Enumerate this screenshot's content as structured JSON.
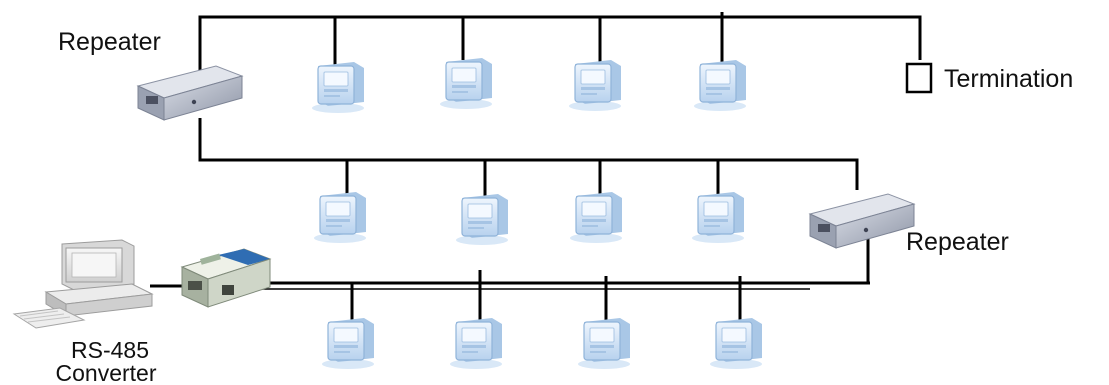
{
  "labels": {
    "repeater_top": "Repeater",
    "repeater_right": "Repeater",
    "termination": "Termination",
    "converter_line1": "RS-485",
    "converter_line2": "Converter"
  },
  "icons": {
    "device": "rs485-device-icon",
    "repeater": "repeater-box-icon",
    "converter": "rs485-converter-icon",
    "computer": "desktop-computer-icon",
    "termination": "termination-box-icon"
  },
  "colors": {
    "bus_line": "#000000",
    "device_body": "#d6e6f5",
    "device_screen": "#f2f8ff",
    "device_shadow": "#b9d3ec",
    "repeater_body": "#b9bfcc",
    "converter_accent": "#2f6db3",
    "computer_body": "#e6e6e6"
  }
}
